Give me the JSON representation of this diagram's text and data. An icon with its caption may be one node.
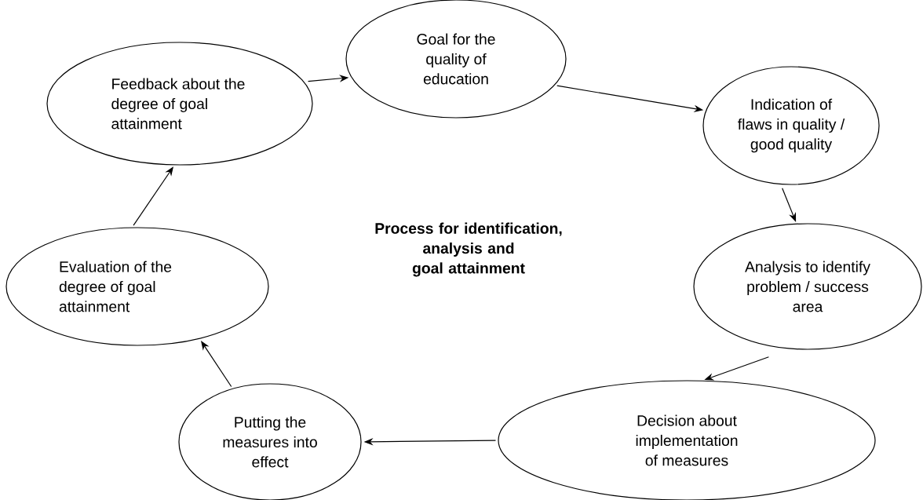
{
  "diagram": {
    "title": "Process for identification, analysis and goal attainment",
    "nodes": [
      {
        "text": [
          "Goal for the quality of education"
        ]
      },
      {
        "text": [
          "Indication of flaws in quality / good quality"
        ]
      },
      {
        "text": [
          "Analysis to identify problem / success area"
        ]
      },
      {
        "text": [
          "Decision about implementation of measures"
        ]
      },
      {
        "text": [
          "Putting the measures into effect"
        ]
      },
      {
        "text": [
          "Evaluation of the degree of goal attainment"
        ]
      },
      {
        "text": [
          "Feedback about the degree of goal attainment"
        ]
      }
    ],
    "edges": [
      {
        "from": 0,
        "to": 1,
        "arrow": "to"
      },
      {
        "from": 1,
        "to": 2,
        "arrow": "to"
      },
      {
        "from": 2,
        "to": 3,
        "arrow": "to"
      },
      {
        "from": 3,
        "to": 4,
        "arrow": "to"
      },
      {
        "from": 4,
        "to": 5,
        "arrow": "to"
      },
      {
        "from": 5,
        "to": 6,
        "arrow": "to"
      },
      {
        "from": 6,
        "to": 0,
        "arrow": "to"
      }
    ]
  }
}
